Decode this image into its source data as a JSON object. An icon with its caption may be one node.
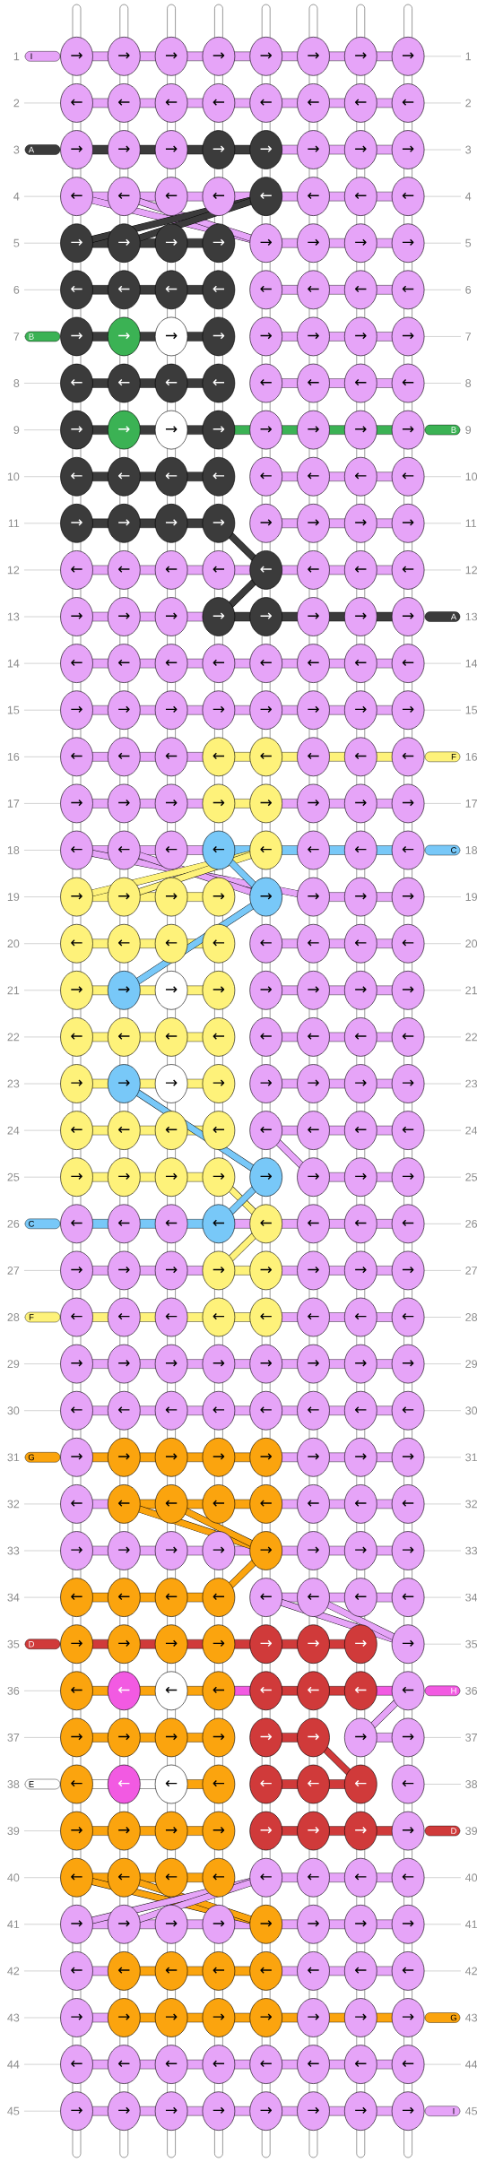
{
  "diagram": {
    "nodes": [
      {
        "text": [
          "→"
        ]
      },
      {
        "text": [
          "→"
        ]
      },
      {
        "text": [
          "→"
        ]
      },
      {
        "text": [
          "→"
        ]
      },
      {
        "text": [
          "→"
        ]
      },
      {
        "text": [
          "→"
        ]
      },
      {
        "text": [
          "→"
        ]
      },
      {
        "text": [
          "→"
        ]
      },
      {
        "text": [
          "←"
        ]
      },
      {
        "text": [
          "←"
        ]
      },
      {
        "text": [
          "←"
        ]
      },
      {
        "text": [
          "←"
        ]
      },
      {
        "text": [
          "←"
        ]
      },
      {
        "text": [
          "←"
        ]
      },
      {
        "text": [
          "←"
        ]
      },
      {
        "text": [
          "←"
        ]
      },
      {
        "text": [
          "→"
        ]
      },
      {
        "text": [
          "→"
        ]
      },
      {
        "text": [
          "→"
        ]
      },
      {
        "text": [
          "→"
        ]
      },
      {
        "text": [
          "→"
        ]
      },
      {
        "text": [
          "→"
        ]
      },
      {
        "text": [
          "→"
        ]
      },
      {
        "text": [
          "→"
        ]
      },
      {
        "text": [
          "←"
        ]
      },
      {
        "text": [
          "←"
        ]
      },
      {
        "text": [
          "←"
        ]
      },
      {
        "text": [
          "←"
        ]
      },
      {
        "text": [
          "←"
        ]
      },
      {
        "text": [
          "←"
        ]
      },
      {
        "text": [
          "←"
        ]
      },
      {
        "text": [
          "←"
        ]
      },
      {
        "text": [
          "→"
        ]
      },
      {
        "text": [
          "→"
        ]
      },
      {
        "text": [
          "→"
        ]
      },
      {
        "text": [
          "→"
        ]
      },
      {
        "text": [
          "→"
        ]
      },
      {
        "text": [
          "→"
        ]
      },
      {
        "text": [
          "→"
        ]
      },
      {
        "text": [
          "→"
        ]
      },
      {
        "text": [
          "←"
        ]
      },
      {
        "text": [
          "←"
        ]
      },
      {
        "text": [
          "←"
        ]
      },
      {
        "text": [
          "←"
        ]
      },
      {
        "text": [
          "←"
        ]
      },
      {
        "text": [
          "←"
        ]
      },
      {
        "text": [
          "←"
        ]
      },
      {
        "text": [
          "←"
        ]
      },
      {
        "text": [
          "→"
        ]
      },
      {
        "text": [
          "→"
        ]
      },
      {
        "text": [
          "→"
        ]
      },
      {
        "text": [
          "→"
        ]
      },
      {
        "text": [
          "→"
        ]
      },
      {
        "text": [
          "→"
        ]
      },
      {
        "text": [
          "→"
        ]
      },
      {
        "text": [
          "→"
        ]
      },
      {
        "text": [
          "←"
        ]
      },
      {
        "text": [
          "←"
        ]
      },
      {
        "text": [
          "←"
        ]
      },
      {
        "text": [
          "←"
        ]
      },
      {
        "text": [
          "←"
        ]
      },
      {
        "text": [
          "←"
        ]
      },
      {
        "text": [
          "←"
        ]
      },
      {
        "text": [
          "←"
        ]
      },
      {
        "text": [
          "→"
        ]
      },
      {
        "text": [
          "→"
        ]
      },
      {
        "text": [
          "→"
        ]
      },
      {
        "text": [
          "→"
        ]
      },
      {
        "text": [
          "→"
        ]
      },
      {
        "text": [
          "→"
        ]
      },
      {
        "text": [
          "→"
        ]
      },
      {
        "text": [
          "→"
        ]
      },
      {
        "text": [
          "←"
        ]
      },
      {
        "text": [
          "←"
        ]
      },
      {
        "text": [
          "←"
        ]
      },
      {
        "text": [
          "←"
        ]
      },
      {
        "text": [
          "←"
        ]
      },
      {
        "text": [
          "←"
        ]
      },
      {
        "text": [
          "←"
        ]
      },
      {
        "text": [
          "←"
        ]
      },
      {
        "text": [
          "→"
        ]
      },
      {
        "text": [
          "→"
        ]
      },
      {
        "text": [
          "→"
        ]
      },
      {
        "text": [
          "→"
        ]
      },
      {
        "text": [
          "→"
        ]
      },
      {
        "text": [
          "→"
        ]
      },
      {
        "text": [
          "→"
        ]
      },
      {
        "text": [
          "→"
        ]
      },
      {
        "text": [
          "←"
        ]
      },
      {
        "text": [
          "←"
        ]
      },
      {
        "text": [
          "←"
        ]
      },
      {
        "text": [
          "←"
        ]
      },
      {
        "text": [
          "←"
        ]
      },
      {
        "text": [
          "←"
        ]
      },
      {
        "text": [
          "←"
        ]
      },
      {
        "text": [
          "←"
        ]
      },
      {
        "text": [
          "→"
        ]
      },
      {
        "text": [
          "→"
        ]
      },
      {
        "text": [
          "→"
        ]
      },
      {
        "text": [
          "→"
        ]
      },
      {
        "text": [
          "→"
        ]
      },
      {
        "text": [
          "→"
        ]
      },
      {
        "text": [
          "→"
        ]
      },
      {
        "text": [
          "→"
        ]
      },
      {
        "text": [
          "←"
        ]
      },
      {
        "text": [
          "←"
        ]
      },
      {
        "text": [
          "←"
        ]
      },
      {
        "text": [
          "←"
        ]
      },
      {
        "text": [
          "←"
        ]
      },
      {
        "text": [
          "←"
        ]
      },
      {
        "text": [
          "←"
        ]
      },
      {
        "text": [
          "←"
        ]
      },
      {
        "text": [
          "→"
        ]
      },
      {
        "text": [
          "→"
        ]
      },
      {
        "text": [
          "→"
        ]
      },
      {
        "text": [
          "→"
        ]
      },
      {
        "text": [
          "→"
        ]
      },
      {
        "text": [
          "→"
        ]
      },
      {
        "text": [
          "→"
        ]
      },
      {
        "text": [
          "→"
        ]
      },
      {
        "text": [
          "←"
        ]
      },
      {
        "text": [
          "←"
        ]
      },
      {
        "text": [
          "←"
        ]
      },
      {
        "text": [
          "←"
        ]
      },
      {
        "text": [
          "←"
        ]
      },
      {
        "text": [
          "←"
        ]
      },
      {
        "text": [
          "←"
        ]
      },
      {
        "text": [
          "←"
        ]
      },
      {
        "text": [
          "→"
        ]
      },
      {
        "text": [
          "→"
        ]
      },
      {
        "text": [
          "→"
        ]
      },
      {
        "text": [
          "→"
        ]
      },
      {
        "text": [
          "→"
        ]
      },
      {
        "text": [
          "→"
        ]
      },
      {
        "text": [
          "→"
        ]
      },
      {
        "text": [
          "→"
        ]
      },
      {
        "text": [
          "←"
        ]
      },
      {
        "text": [
          "←"
        ]
      },
      {
        "text": [
          "←"
        ]
      },
      {
        "text": [
          "←"
        ]
      },
      {
        "text": [
          "←"
        ]
      },
      {
        "text": [
          "←"
        ]
      },
      {
        "text": [
          "←"
        ]
      },
      {
        "text": [
          "←"
        ]
      },
      {
        "text": [
          "→"
        ]
      },
      {
        "text": [
          "→"
        ]
      },
      {
        "text": [
          "→"
        ]
      },
      {
        "text": [
          "→"
        ]
      },
      {
        "text": [
          "→"
        ]
      },
      {
        "text": [
          "→"
        ]
      },
      {
        "text": [
          "→"
        ]
      },
      {
        "text": [
          "→"
        ]
      },
      {
        "text": [
          "←"
        ]
      },
      {
        "text": [
          "←"
        ]
      },
      {
        "text": [
          "←"
        ]
      },
      {
        "text": [
          "←"
        ]
      },
      {
        "text": [
          "←"
        ]
      },
      {
        "text": [
          "←"
        ]
      },
      {
        "text": [
          "←"
        ]
      },
      {
        "text": [
          "←"
        ]
      },
      {
        "text": [
          "→"
        ]
      },
      {
        "text": [
          "→"
        ]
      },
      {
        "text": [
          "→"
        ]
      },
      {
        "text": [
          "→"
        ]
      },
      {
        "text": [
          "→"
        ]
      },
      {
        "text": [
          "→"
        ]
      },
      {
        "text": [
          "→"
        ]
      },
      {
        "text": [
          "→"
        ]
      },
      {
        "text": [
          "←"
        ]
      },
      {
        "text": [
          "←"
        ]
      },
      {
        "text": [
          "←"
        ]
      },
      {
        "text": [
          "←"
        ]
      },
      {
        "text": [
          "←"
        ]
      },
      {
        "text": [
          "←"
        ]
      },
      {
        "text": [
          "←"
        ]
      },
      {
        "text": [
          "←"
        ]
      },
      {
        "text": [
          "→"
        ]
      },
      {
        "text": [
          "→"
        ]
      },
      {
        "text": [
          "→"
        ]
      },
      {
        "text": [
          "→"
        ]
      },
      {
        "text": [
          "→"
        ]
      },
      {
        "text": [
          "→"
        ]
      },
      {
        "text": [
          "→"
        ]
      },
      {
        "text": [
          "→"
        ]
      },
      {
        "text": [
          "←"
        ]
      },
      {
        "text": [
          "←"
        ]
      },
      {
        "text": [
          "←"
        ]
      },
      {
        "text": [
          "←"
        ]
      },
      {
        "text": [
          "←"
        ]
      },
      {
        "text": [
          "←"
        ]
      },
      {
        "text": [
          "←"
        ]
      },
      {
        "text": [
          "←"
        ]
      },
      {
        "text": [
          "→"
        ]
      },
      {
        "text": [
          "→"
        ]
      },
      {
        "text": [
          "→"
        ]
      },
      {
        "text": [
          "→"
        ]
      },
      {
        "text": [
          "→"
        ]
      },
      {
        "text": [
          "→"
        ]
      },
      {
        "text": [
          "→"
        ]
      },
      {
        "text": [
          "→"
        ]
      },
      {
        "text": [
          "←"
        ]
      },
      {
        "text": [
          "←"
        ]
      },
      {
        "text": [
          "←"
        ]
      },
      {
        "text": [
          "←"
        ]
      },
      {
        "text": [
          "←"
        ]
      },
      {
        "text": [
          "←"
        ]
      },
      {
        "text": [
          "←"
        ]
      },
      {
        "text": [
          "←"
        ]
      },
      {
        "text": [
          "→"
        ]
      },
      {
        "text": [
          "→"
        ]
      },
      {
        "text": [
          "→"
        ]
      },
      {
        "text": [
          "→"
        ]
      },
      {
        "text": [
          "→"
        ]
      },
      {
        "text": [
          "→"
        ]
      },
      {
        "text": [
          "→"
        ]
      },
      {
        "text": [
          "→"
        ]
      },
      {
        "text": [
          "←"
        ]
      },
      {
        "text": [
          "←"
        ]
      },
      {
        "text": [
          "←"
        ]
      },
      {
        "text": [
          "←"
        ]
      },
      {
        "text": [
          "←"
        ]
      },
      {
        "text": [
          "←"
        ]
      },
      {
        "text": [
          "←"
        ]
      },
      {
        "text": [
          "←"
        ]
      },
      {
        "text": [
          "→"
        ]
      },
      {
        "text": [
          "→"
        ]
      },
      {
        "text": [
          "→"
        ]
      },
      {
        "text": [
          "→"
        ]
      },
      {
        "text": [
          "→"
        ]
      },
      {
        "text": [
          "→"
        ]
      },
      {
        "text": [
          "→"
        ]
      },
      {
        "text": [
          "→"
        ]
      },
      {
        "text": [
          "←"
        ]
      },
      {
        "text": [
          "←"
        ]
      },
      {
        "text": [
          "←"
        ]
      },
      {
        "text": [
          "←"
        ]
      },
      {
        "text": [
          "←"
        ]
      },
      {
        "text": [
          "←"
        ]
      },
      {
        "text": [
          "←"
        ]
      },
      {
        "text": [
          "←"
        ]
      },
      {
        "text": [
          "→"
        ]
      },
      {
        "text": [
          "→"
        ]
      },
      {
        "text": [
          "→"
        ]
      },
      {
        "text": [
          "→"
        ]
      },
      {
        "text": [
          "→"
        ]
      },
      {
        "text": [
          "→"
        ]
      },
      {
        "text": [
          "→"
        ]
      },
      {
        "text": [
          "→"
        ]
      },
      {
        "text": [
          "←"
        ]
      },
      {
        "text": [
          "←"
        ]
      },
      {
        "text": [
          "←"
        ]
      },
      {
        "text": [
          "←"
        ]
      },
      {
        "text": [
          "←"
        ]
      },
      {
        "text": [
          "←"
        ]
      },
      {
        "text": [
          "←"
        ]
      },
      {
        "text": [
          "←"
        ]
      },
      {
        "text": [
          "→"
        ]
      },
      {
        "text": [
          "→"
        ]
      },
      {
        "text": [
          "→"
        ]
      },
      {
        "text": [
          "→"
        ]
      },
      {
        "text": [
          "→"
        ]
      },
      {
        "text": [
          "→"
        ]
      },
      {
        "text": [
          "→"
        ]
      },
      {
        "text": [
          "→"
        ]
      },
      {
        "text": [
          "←"
        ]
      },
      {
        "text": [
          "←"
        ]
      },
      {
        "text": [
          "←"
        ]
      },
      {
        "text": [
          "←"
        ]
      },
      {
        "text": [
          "←"
        ]
      },
      {
        "text": [
          "←"
        ]
      },
      {
        "text": [
          "←"
        ]
      },
      {
        "text": [
          "←"
        ]
      },
      {
        "text": [
          "→"
        ]
      },
      {
        "text": [
          "→"
        ]
      },
      {
        "text": [
          "→"
        ]
      },
      {
        "text": [
          "→"
        ]
      },
      {
        "text": [
          "→"
        ]
      },
      {
        "text": [
          "→"
        ]
      },
      {
        "text": [
          "→"
        ]
      },
      {
        "text": [
          "→"
        ]
      },
      {
        "text": [
          "←"
        ]
      },
      {
        "text": [
          "←"
        ]
      },
      {
        "text": [
          "←"
        ]
      },
      {
        "text": [
          "←"
        ]
      },
      {
        "text": [
          "←"
        ]
      },
      {
        "text": [
          "←"
        ]
      },
      {
        "text": [
          "←"
        ]
      },
      {
        "text": [
          "←"
        ]
      },
      {
        "text": [
          "→"
        ]
      },
      {
        "text": [
          "→"
        ]
      },
      {
        "text": [
          "→"
        ]
      },
      {
        "text": [
          "→"
        ]
      },
      {
        "text": [
          "→"
        ]
      },
      {
        "text": [
          "→"
        ]
      },
      {
        "text": [
          "→"
        ]
      },
      {
        "text": [
          "→"
        ]
      },
      {
        "text": [
          "←"
        ]
      },
      {
        "text": [
          "←"
        ]
      },
      {
        "text": [
          "←"
        ]
      },
      {
        "text": [
          "←"
        ]
      },
      {
        "text": [
          "←"
        ]
      },
      {
        "text": [
          "←"
        ]
      },
      {
        "text": [
          "←"
        ]
      },
      {
        "text": [
          "←"
        ]
      },
      {
        "text": [
          "→"
        ]
      },
      {
        "text": [
          "→"
        ]
      },
      {
        "text": [
          "→"
        ]
      },
      {
        "text": [
          "→"
        ]
      },
      {
        "text": [
          "→"
        ]
      },
      {
        "text": [
          "→"
        ]
      },
      {
        "text": [
          "→"
        ]
      },
      {
        "text": [
          "→"
        ]
      },
      {
        "text": [
          "←"
        ]
      },
      {
        "text": [
          "←"
        ]
      },
      {
        "text": [
          "←"
        ]
      },
      {
        "text": [
          "←"
        ]
      },
      {
        "text": [
          "←"
        ]
      },
      {
        "text": [
          "←"
        ]
      },
      {
        "text": [
          "←"
        ]
      },
      {
        "text": [
          "←"
        ]
      },
      {
        "text": [
          "→"
        ]
      },
      {
        "text": [
          "→"
        ]
      },
      {
        "text": [
          "→"
        ]
      },
      {
        "text": [
          "→"
        ]
      },
      {
        "text": [
          "→"
        ]
      },
      {
        "text": [
          "→"
        ]
      },
      {
        "text": [
          "→"
        ]
      },
      {
        "text": [
          "→"
        ]
      },
      {
        "text": [
          "←"
        ]
      },
      {
        "text": [
          "←"
        ]
      },
      {
        "text": [
          "←"
        ]
      },
      {
        "text": [
          "←"
        ]
      },
      {
        "text": [
          "←"
        ]
      },
      {
        "text": [
          "←"
        ]
      },
      {
        "text": [
          "←"
        ]
      },
      {
        "text": [
          "←"
        ]
      },
      {
        "text": [
          "→"
        ]
      },
      {
        "text": [
          "→"
        ]
      },
      {
        "text": [
          "→"
        ]
      },
      {
        "text": [
          "→"
        ]
      },
      {
        "text": [
          "→"
        ]
      },
      {
        "text": [
          "→"
        ]
      },
      {
        "text": [
          "→"
        ]
      },
      {
        "text": [
          "→"
        ]
      },
      {
        "text": [
          "←"
        ]
      },
      {
        "text": [
          "←"
        ]
      },
      {
        "text": [
          "←"
        ]
      },
      {
        "text": [
          "←"
        ]
      },
      {
        "text": [
          "←"
        ]
      },
      {
        "text": [
          "←"
        ]
      },
      {
        "text": [
          "←"
        ]
      },
      {
        "text": [
          "←"
        ]
      },
      {
        "text": [
          "→"
        ]
      },
      {
        "text": [
          "→"
        ]
      },
      {
        "text": [
          "→"
        ]
      },
      {
        "text": [
          "→"
        ]
      },
      {
        "text": [
          "→"
        ]
      },
      {
        "text": [
          "→"
        ]
      },
      {
        "text": [
          "→"
        ]
      },
      {
        "text": [
          "→"
        ]
      }
    ],
    "labels": [
      "1",
      "I",
      "1",
      "2",
      "2",
      "3",
      "A",
      "3",
      "4",
      "4",
      "5",
      "5",
      "6",
      "6",
      "7",
      "B",
      "7",
      "8",
      "8",
      "9",
      "B",
      "9",
      "10",
      "10",
      "11",
      "11",
      "12",
      "12",
      "13",
      "A",
      "13",
      "14",
      "14",
      "15",
      "15",
      "16",
      "F",
      "16",
      "17",
      "17",
      "18",
      "C",
      "18",
      "19",
      "19",
      "20",
      "20",
      "21",
      "21",
      "22",
      "22",
      "23",
      "23",
      "24",
      "24",
      "25",
      "25",
      "26",
      "C",
      "26",
      "27",
      "27",
      "28",
      "F",
      "28",
      "29",
      "29",
      "30",
      "30",
      "31",
      "G",
      "31",
      "32",
      "32",
      "33",
      "33",
      "34",
      "34",
      "35",
      "D",
      "35",
      "36",
      "H",
      "36",
      "37",
      "37",
      "38",
      "E",
      "38",
      "39",
      "D",
      "39",
      "40",
      "40",
      "41",
      "41",
      "42",
      "42",
      "43",
      "G",
      "43",
      "44",
      "44",
      "45",
      "I",
      "45"
    ]
  }
}
